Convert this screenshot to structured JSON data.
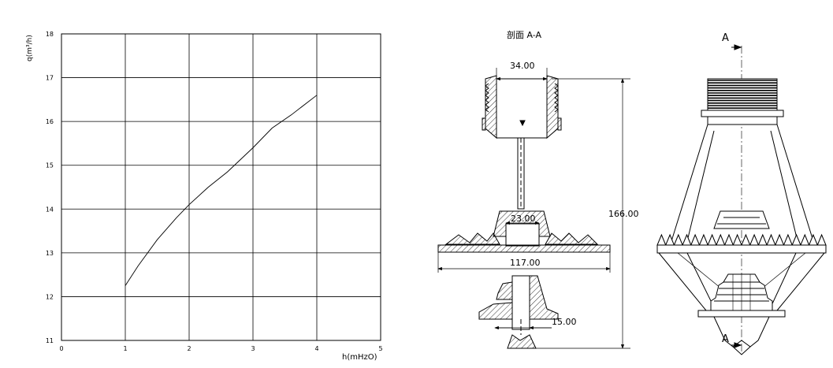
{
  "chart_data": {
    "type": "line",
    "xlabel": "h(mHzO)",
    "ylabel": "q(m³/h)",
    "xlim": [
      0,
      5
    ],
    "ylim": [
      11,
      18
    ],
    "x_ticks": [
      "0",
      "1",
      "2",
      "3",
      "4",
      "5"
    ],
    "y_ticks": [
      "11",
      "12",
      "13",
      "14",
      "15",
      "16",
      "17",
      "18"
    ],
    "grid": true,
    "series": [
      {
        "x": [
          1.0,
          1.2,
          1.5,
          1.8,
          2.0,
          2.3,
          2.6,
          3.0,
          3.3,
          3.6,
          4.0
        ],
        "values": [
          12.25,
          12.7,
          13.3,
          13.8,
          14.1,
          14.5,
          14.85,
          15.4,
          15.85,
          16.15,
          16.6
        ]
      }
    ]
  },
  "section": {
    "title": "剖面 A-A",
    "dim_top_width": "34.00",
    "dim_mid_width": "23.00",
    "dim_plate_width": "117.00",
    "dim_bottom": "15.00",
    "dim_height": "166.00"
  },
  "elevation": {
    "section_mark_top": "A",
    "section_mark_bottom": "A"
  }
}
